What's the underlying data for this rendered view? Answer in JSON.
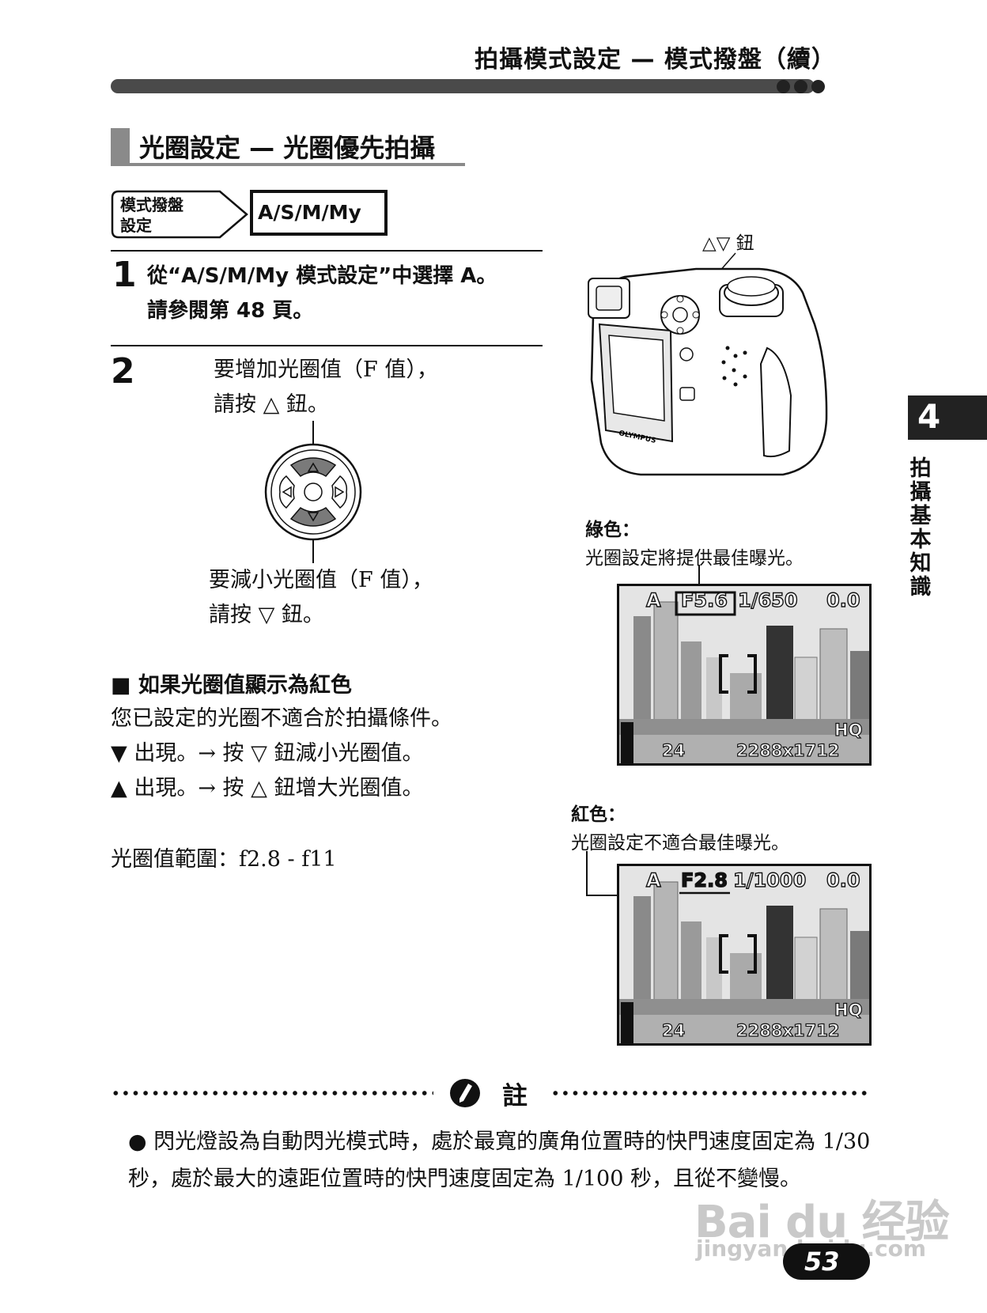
{
  "header": {
    "title": "拍攝模式設定 — 模式撥盤（續）"
  },
  "section": {
    "title": "光圈設定 — 光圈優先拍攝"
  },
  "mode_tag": {
    "line1": "模式撥盤",
    "line2": "設定",
    "mode": "A/S/M/My"
  },
  "step1": {
    "number": "1",
    "line1": "從“A/S/M/My 模式設定”中選擇 A。",
    "line2": "請參閱第 48 頁。"
  },
  "step2": {
    "number": "2",
    "up_line1": "要增加光圈值（F  值），",
    "up_line2": "請按  △  鈕。",
    "down_line1": "要減小光圈值（F  值），",
    "down_line2": "請按  ▽  鈕。"
  },
  "camera_label": "△▽ 鈕",
  "red_section": {
    "heading": "■ 如果光圈值顯示為紅色",
    "line1": "您已設定的光圈不適合於拍攝條件。",
    "line2": "▼ 出現。→ 按  ▽  鈕減小光圈值。",
    "line3": "▲ 出現。→ 按  △  鈕增大光圈值。"
  },
  "range": "光圈值範圍：f2.8 - f11",
  "green_caption": {
    "title": "綠色：",
    "body": "光圈設定將提供最佳曝光。"
  },
  "red_caption": {
    "title": "紅色：",
    "body": "光圈設定不適合最佳曝光。"
  },
  "lcd_green": {
    "mode": "A",
    "aperture": "F5.6",
    "shutter": "1/650",
    "ev": "0.0",
    "quality": "HQ",
    "count": "24",
    "size": "2288x1712"
  },
  "lcd_red": {
    "mode": "A",
    "aperture": "F2.8",
    "shutter": "1/1000",
    "ev": "0.0",
    "quality": "HQ",
    "count": "24",
    "size": "2288x1712"
  },
  "side_tab": {
    "number": "4",
    "chars": [
      "拍",
      "攝",
      "基",
      "本",
      "知",
      "識"
    ]
  },
  "note": {
    "label": "註",
    "text": "● 閃光燈設為自動閃光模式時，處於最寬的廣角位置時的快門速度固定為 1/30 秒，處於最大的遠距位置時的快門速度固定為 1/100 秒，且從不變慢。"
  },
  "page_number": "53",
  "watermark": {
    "main": "Bai du 经验",
    "sub": "jingyan.baidu.com"
  }
}
